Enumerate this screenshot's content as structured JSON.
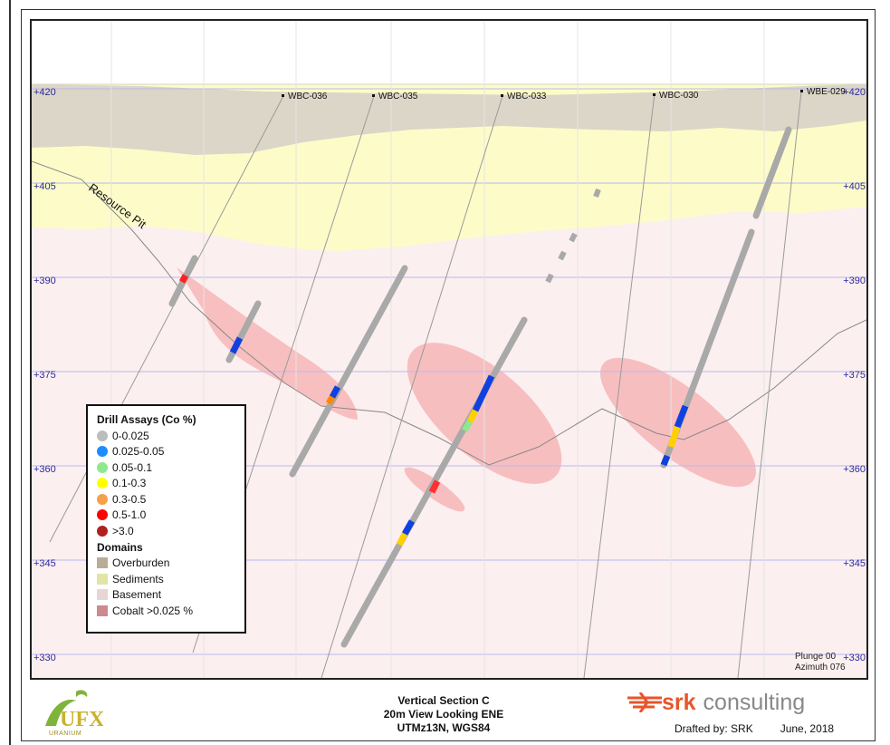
{
  "elevations": [
    "+420",
    "+405",
    "+390",
    "+375",
    "+360",
    "+345",
    "+330"
  ],
  "holes": [
    "WBC-036",
    "WBC-035",
    "WBC-033",
    "WBC-030",
    "WBE-029"
  ],
  "annotation": "Resource Pit",
  "legend": {
    "assay_title": "Drill Assays (Co %)",
    "assays": [
      {
        "label": "0-0.025",
        "color": "#bdbdbd"
      },
      {
        "label": "0.025-0.05",
        "color": "#1e8cff"
      },
      {
        "label": "0.05-0.1",
        "color": "#8ee88e"
      },
      {
        "label": "0.1-0.3",
        "color": "#ffff00"
      },
      {
        "label": "0.3-0.5",
        "color": "#f5a04a"
      },
      {
        "label": "0.5-1.0",
        "color": "#ff0000"
      },
      {
        "label": ">3.0",
        "color": "#b02020"
      }
    ],
    "domain_title": "Domains",
    "domains": [
      {
        "label": "Overburden",
        "color": "#b8ad96"
      },
      {
        "label": "Sediments",
        "color": "#e2e4a8"
      },
      {
        "label": "Basement",
        "color": "#e8d5d8"
      },
      {
        "label": "Cobalt >0.025 %",
        "color": "#cc8a8e"
      }
    ]
  },
  "plunge": "Plunge 00",
  "azimuth": "Azimuth 076",
  "footer": {
    "line1": "Vertical Section C",
    "line2": "20m View Looking ENE",
    "line3": "UTMz13N, WGS84"
  },
  "logo_ufx": "UFX",
  "logo_ufx_sub": "URANIUM",
  "srk_bold": "srk",
  "srk_light": "consulting",
  "drafted_by": "Drafted by: SRK",
  "drafted_date": "June, 2018"
}
